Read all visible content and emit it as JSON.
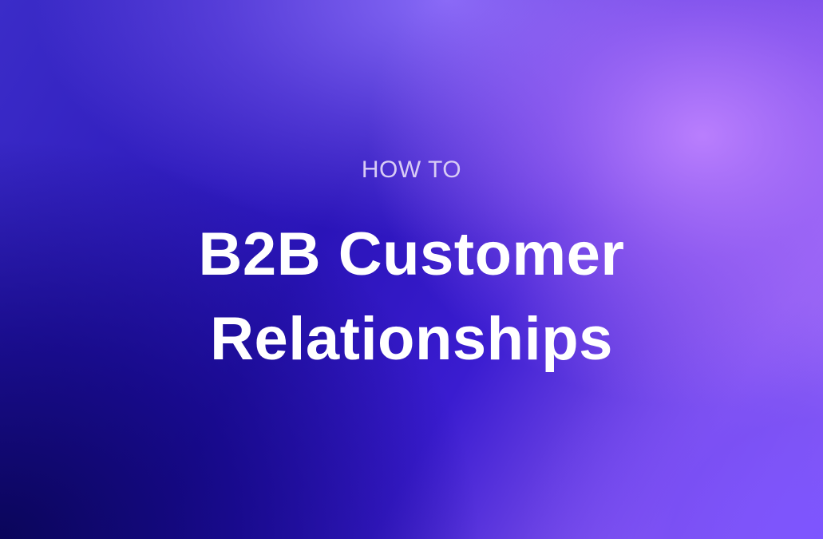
{
  "hero": {
    "eyebrow": "HOW TO",
    "title_lines": [
      "B2B Customer",
      "Relationships"
    ]
  },
  "colors": {
    "background_dark": "#0b0660",
    "background_mid": "#2a14b8",
    "background_light": "#b67ff8",
    "eyebrow_text": "#d8ccf5",
    "title_text": "#ffffff"
  }
}
